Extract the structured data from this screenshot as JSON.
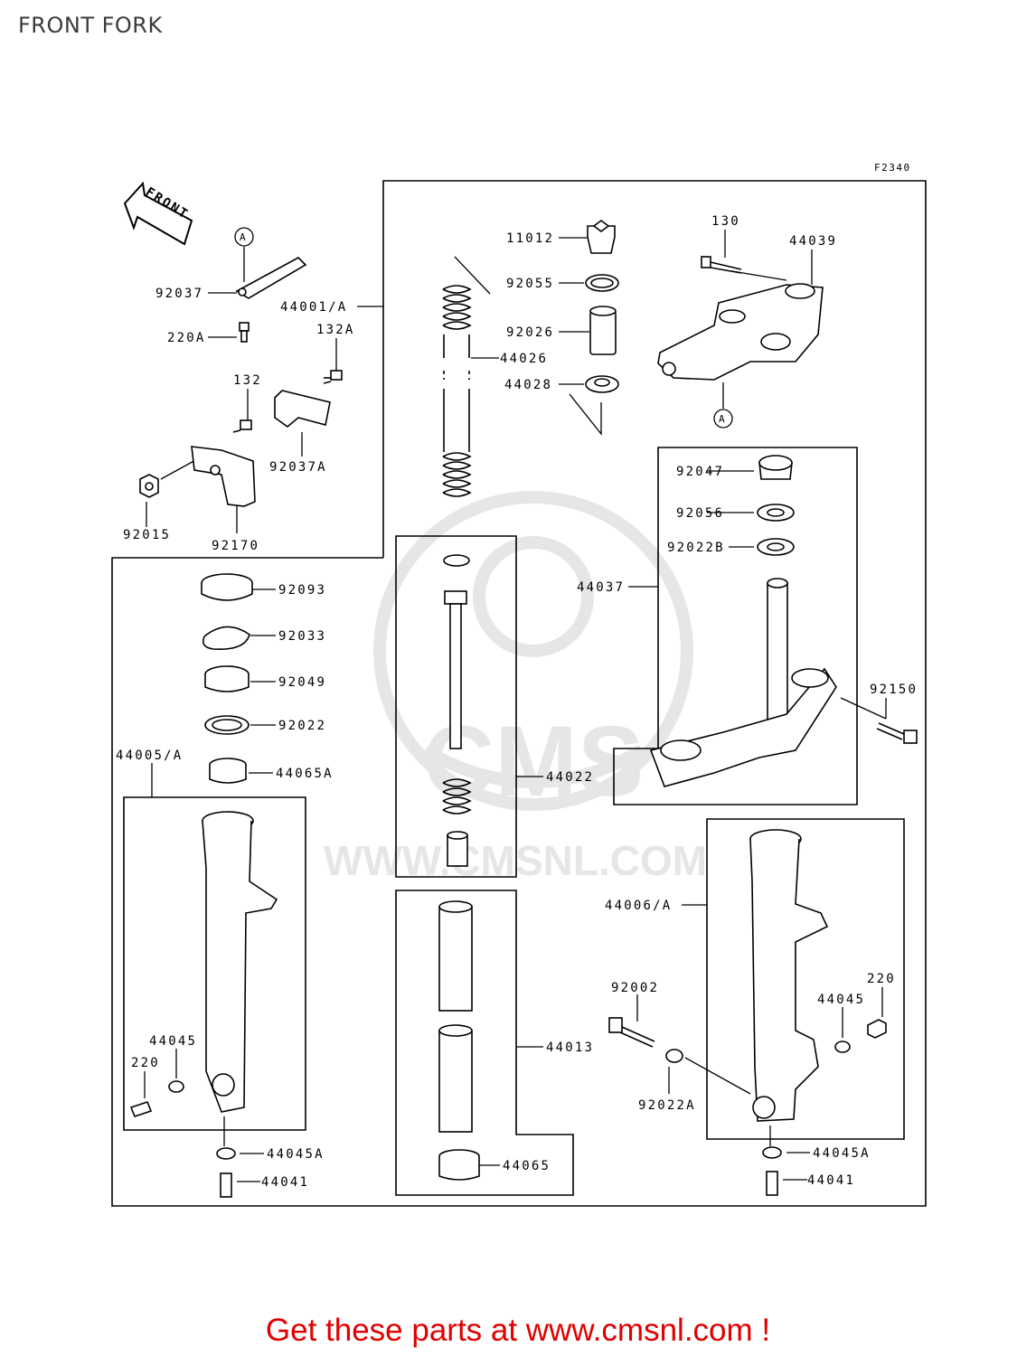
{
  "header": {
    "title": "FRONT FORK"
  },
  "diagram": {
    "figure_code": "F2340",
    "front_arrow_label": "FRONT",
    "ref_marks": [
      "A",
      "A"
    ],
    "parts": {
      "p11012": "11012",
      "p92055": "92055",
      "p92026": "92026",
      "p44028": "44028",
      "p44026": "44026",
      "p130": "130",
      "p44039": "44039",
      "p92037": "92037",
      "p44001A": "44001/A",
      "p220A": "220A",
      "p132A": "132A",
      "p132": "132",
      "p92037A": "92037A",
      "p92015": "92015",
      "p92170": "92170",
      "p92047": "92047",
      "p92056": "92056",
      "p92022B": "92022B",
      "p44037": "44037",
      "p92150": "92150",
      "p92093": "92093",
      "p92033": "92033",
      "p92049": "92049",
      "p92022": "92022",
      "p44005A": "44005/A",
      "p44065A": "44065A",
      "p44022": "44022",
      "p44006A": "44006/A",
      "p44013": "44013",
      "p92002": "92002",
      "p220_right": "220",
      "p44045_right": "44045",
      "p92022A": "92022A",
      "p44045A_right": "44045A",
      "p44041_right": "44041",
      "p44045_left": "44045",
      "p220_left": "220",
      "p44045A_left": "44045A",
      "p44041_left": "44041",
      "p44065": "44065"
    }
  },
  "watermark": {
    "text": "WWW.CMSNL.COM",
    "logo": "CMS"
  },
  "footer": {
    "cta": "Get these parts at www.cmsnl.com !"
  },
  "colors": {
    "title": "#3c3c3c",
    "cta": "#e00000",
    "line": "#000000",
    "watermark": "#e6e6e6"
  }
}
